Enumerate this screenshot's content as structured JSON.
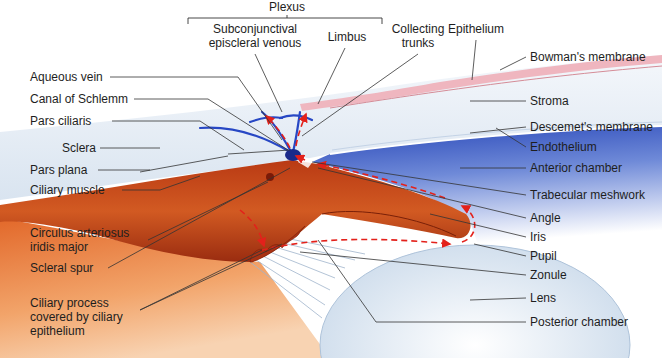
{
  "diagram": {
    "labels": [
      "Plexus",
      "Subconjunctival episcleral venous",
      "Limbus",
      "Collecting trunks",
      "Epithelium",
      "Aqueous vein",
      "Canal of Schlemm",
      "Pars ciliaris",
      "Sclera",
      "Pars plana",
      "Ciliary muscle",
      "Circulus arteriosus iridis major",
      "Scleral spur",
      "Ciliary process covered by ciliary epithelium",
      "Bowman's membrane",
      "Stroma",
      "Descemet's membrane",
      "Endothelium",
      "Anterior chamber",
      "Trabecular meshwork",
      "Angle",
      "Iris",
      "Pupil",
      "Zonule",
      "Lens",
      "Posterior chamber"
    ]
  }
}
